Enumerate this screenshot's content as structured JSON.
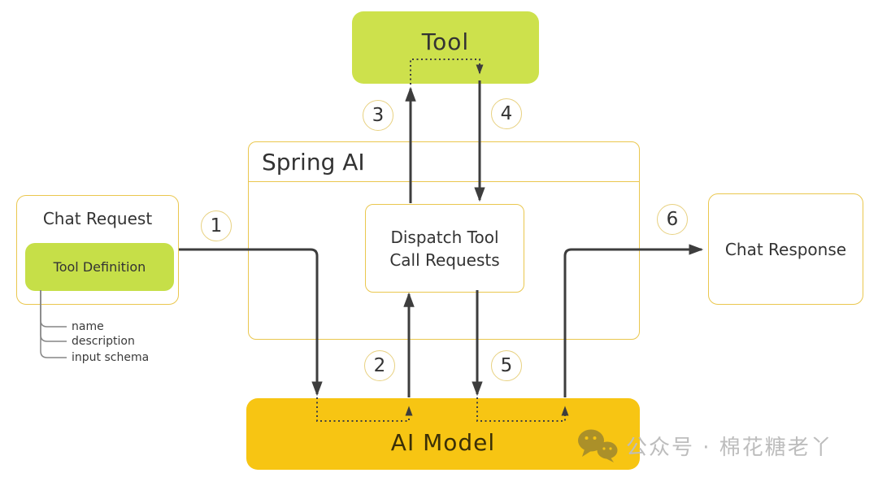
{
  "diagram": {
    "tool": {
      "label": "Tool"
    },
    "spring_ai": {
      "title": "Spring AI"
    },
    "dispatch": {
      "label": "Dispatch Tool\nCall Requests"
    },
    "chat_request": {
      "title": "Chat Request",
      "tool_definition": "Tool Definition",
      "attributes": [
        "name",
        "description",
        "input schema"
      ]
    },
    "chat_response": {
      "title": "Chat Response"
    },
    "ai_model": {
      "label": "AI Model"
    },
    "steps": [
      "1",
      "2",
      "3",
      "4",
      "5",
      "6"
    ],
    "colors": {
      "lime": "#cde14c",
      "gold": "#f7c513",
      "box_border": "#eac74e",
      "circle_border": "#e8d181",
      "arrow": "#3d3d3d"
    }
  },
  "watermark": {
    "icon": "wechat-icon",
    "text": "公众号 · 棉花糖老丫"
  }
}
